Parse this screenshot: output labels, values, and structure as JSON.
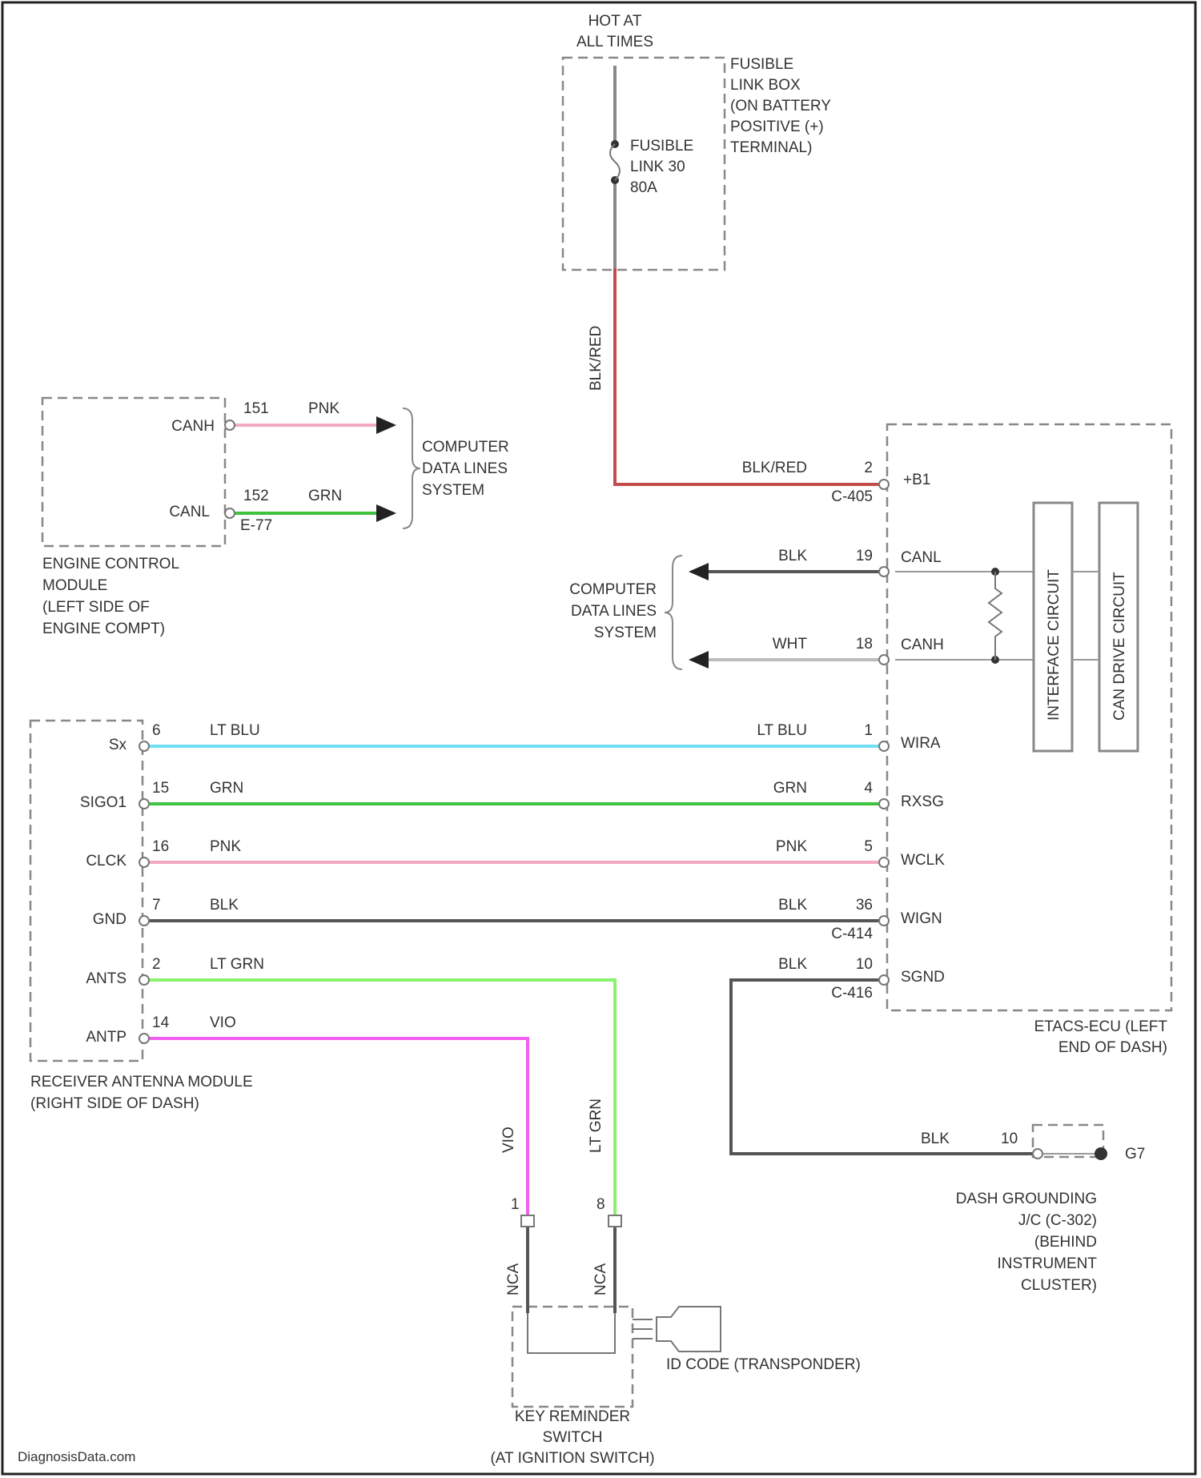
{
  "source": {
    "watermark": "DiagnosisData.com"
  },
  "colors": {
    "pink": "#f3a9c0",
    "green": "#3fc23f",
    "lt_blue": "#6fe0f3",
    "lt_green": "#86f36a",
    "violet": "#f25ef0",
    "black": "#555555",
    "white_wire": "#bbbbbb",
    "blk_red": "#c44b4b",
    "border": "#222222",
    "box": "#888888"
  },
  "power": {
    "hot_at_all_times": [
      "HOT AT",
      "ALL TIMES"
    ],
    "fusible_link_box": [
      "FUSIBLE",
      "LINK BOX",
      "(ON BATTERY",
      "POSITIVE (+)",
      "TERMINAL)"
    ],
    "fusible_link": [
      "FUSIBLE",
      "LINK 30",
      "80A"
    ],
    "wire_vertical": "BLK/RED"
  },
  "ecm": {
    "name": [
      "ENGINE CONTROL",
      "MODULE",
      "(LEFT SIDE OF",
      "ENGINE COMPT)"
    ],
    "pins": [
      {
        "name": "CANH",
        "pin": "151",
        "color_label": "PNK"
      },
      {
        "name": "CANL",
        "pin": "152",
        "color_label": "GRN",
        "connector": "E-77"
      }
    ],
    "data_lines": [
      "COMPUTER",
      "DATA LINES",
      "SYSTEM"
    ]
  },
  "etacs": {
    "name": [
      "ETACS-ECU (LEFT",
      "END OF DASH)"
    ],
    "pins": [
      {
        "pin": "2",
        "name": "+B1",
        "wire": "BLK/RED",
        "connector": "C-405"
      },
      {
        "pin": "19",
        "name": "CANL",
        "wire": "BLK"
      },
      {
        "pin": "18",
        "name": "CANH",
        "wire": "WHT"
      },
      {
        "pin": "1",
        "name": "WIRA",
        "wire": "LT BLU"
      },
      {
        "pin": "4",
        "name": "RXSG",
        "wire": "GRN"
      },
      {
        "pin": "5",
        "name": "WCLK",
        "wire": "PNK"
      },
      {
        "pin": "36",
        "name": "WIGN",
        "wire": "BLK",
        "connector": "C-414"
      },
      {
        "pin": "10",
        "name": "SGND",
        "wire": "BLK",
        "connector": "C-416"
      }
    ],
    "circuits": [
      "INTERFACE CIRCUIT",
      "CAN DRIVE CIRCUIT"
    ],
    "data_lines": [
      "COMPUTER",
      "DATA LINES",
      "SYSTEM"
    ]
  },
  "receiver": {
    "name": [
      "RECEIVER ANTENNA MODULE",
      "(RIGHT SIDE OF DASH)"
    ],
    "pins": [
      {
        "name": "Sx",
        "pin": "6",
        "wire": "LT BLU"
      },
      {
        "name": "SIGO1",
        "pin": "15",
        "wire": "GRN"
      },
      {
        "name": "CLCK",
        "pin": "16",
        "wire": "PNK"
      },
      {
        "name": "GND",
        "pin": "7",
        "wire": "BLK"
      },
      {
        "name": "ANTS",
        "pin": "2",
        "wire": "LT GRN"
      },
      {
        "name": "ANTP",
        "pin": "14",
        "wire": "VIO"
      }
    ]
  },
  "key_switch": {
    "name": [
      "KEY REMINDER",
      "SWITCH",
      "(AT IGNITION SWITCH)"
    ],
    "wires": [
      {
        "pin": "1",
        "wire": "VIO",
        "lower": "NCA"
      },
      {
        "pin": "8",
        "wire": "LT GRN",
        "lower": "NCA"
      }
    ],
    "transponder": "ID CODE (TRANSPONDER)"
  },
  "ground": {
    "wire": "BLK",
    "pin": "10",
    "label": "G7",
    "name": [
      "DASH GROUNDING",
      "J/C (C-302)",
      "(BEHIND",
      "INSTRUMENT",
      "CLUSTER)"
    ]
  }
}
